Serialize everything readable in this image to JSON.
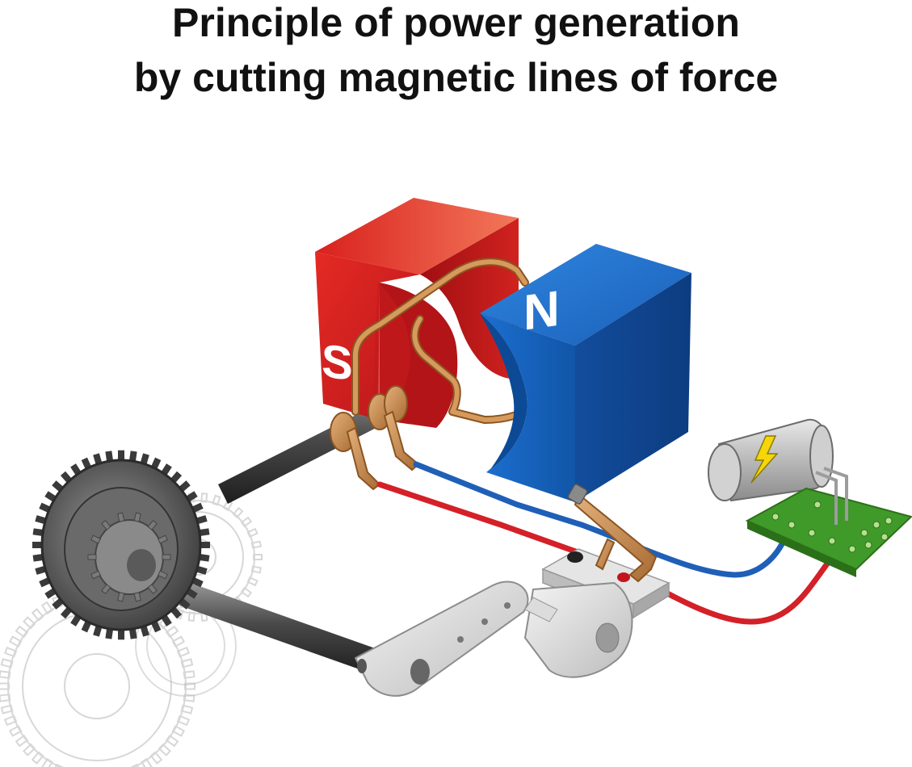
{
  "title": {
    "line1": "Principle of power generation",
    "line2": "by cutting magnetic lines of force"
  },
  "magnet": {
    "south_label": "S",
    "north_label": "N",
    "south_color": "#d81e1e",
    "north_color": "#1466c8"
  },
  "wire_colors": {
    "positive": "#d42028",
    "negative": "#1f5fb8"
  },
  "icons": {
    "battery": "lightning-bolt-icon"
  }
}
